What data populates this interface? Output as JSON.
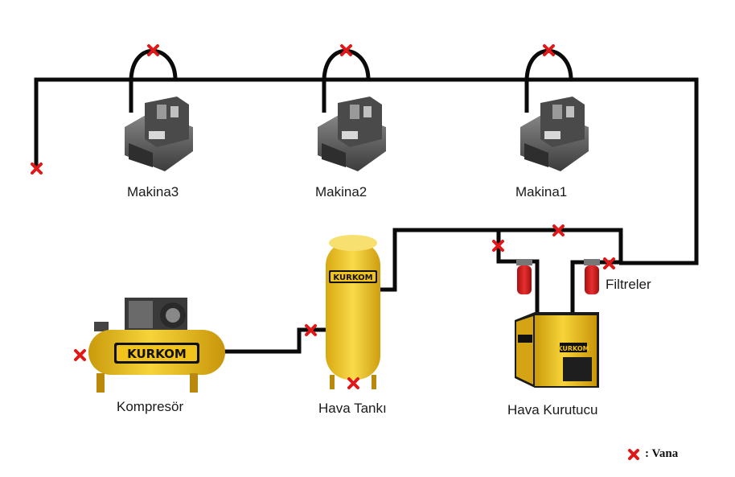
{
  "labels": {
    "makina3": "Makina3",
    "makina2": "Makina2",
    "makina1": "Makina1",
    "filtreler": "Filtreler",
    "kompresor": "Kompresör",
    "hava_tanki": "Hava Tankı",
    "hava_kurutucu": "Hava Kurutucu"
  },
  "brand": "KURKOM",
  "legend": {
    "text": ": Vana",
    "icon": "valve-x-icon"
  },
  "colors": {
    "pipe": "#0a0a0a",
    "valve": "#e01818",
    "equipment_yellow": "#f2c31a",
    "machine_gray": "#5a5a5a",
    "filter_red": "#d42020"
  }
}
